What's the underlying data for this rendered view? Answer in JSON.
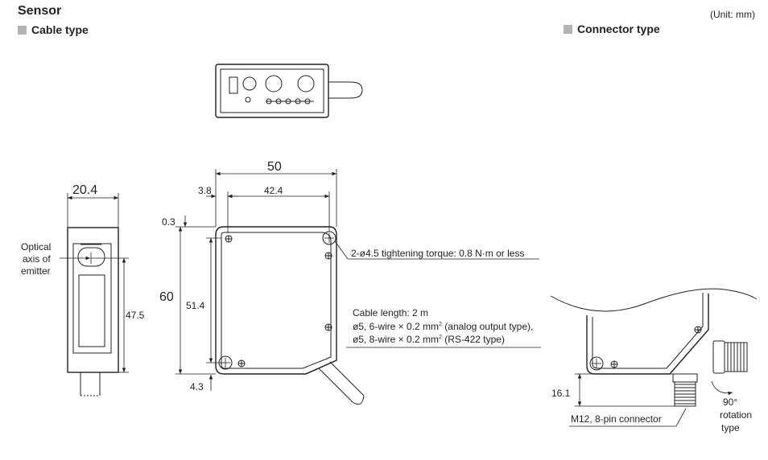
{
  "title": "Sensor",
  "unit_note": "(Unit: mm)",
  "sections": {
    "cable": "Cable type",
    "connector": "Connector type"
  },
  "dimensions": {
    "width_front": "20.4",
    "width_side": "50",
    "hole_pitch": "42.4",
    "hole_offset_x": "3.8",
    "top_offset": "0.3",
    "height": "60",
    "inner_height": "51.4",
    "optical_axis_height": "47.5",
    "bottom_offset": "4.3",
    "connector_height": "16.1"
  },
  "annotations": {
    "optical_axis": [
      "Optical",
      "axis of",
      "emitter"
    ],
    "mount_holes": "2-ø4.5 tightening torque: 0.8 N·m or less",
    "cable_length": "Cable length: 2 m",
    "cable_analog_a": "ø5, 6-wire × 0.2 mm",
    "cable_analog_b": " (analog output type),",
    "cable_rs422_a": "ø5, 8-wire × 0.2 mm",
    "cable_rs422_b": " (RS-422 type)",
    "squared": "2",
    "connector_label": "M12, 8-pin connector",
    "rotation": [
      "90°",
      "rotation",
      "type"
    ]
  }
}
